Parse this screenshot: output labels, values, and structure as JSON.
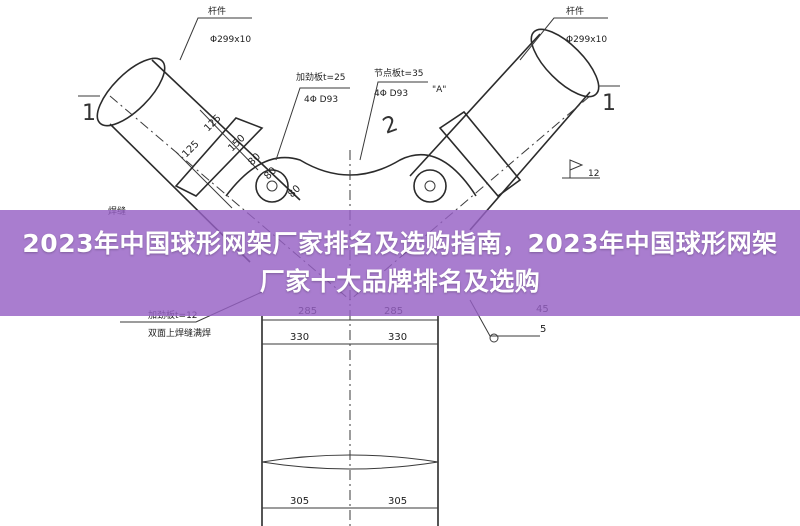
{
  "banner": {
    "title": "2023年中国球形网架厂家排名及选购指南，2023年中国球形网架厂家十大品牌排名及选购",
    "background": "#9660c4"
  },
  "drawing": {
    "left_tube_note": "杆件",
    "left_tube_spec": "Φ299x10",
    "right_tube_note": "杆件",
    "right_tube_spec": "Φ299x10",
    "plate_note_a": "加劲板t=25",
    "plate_bolt_a": "4Φ D93",
    "plate_note_b": "节点板t=35",
    "plate_mark_b": "\"A\"",
    "plate_bolt_b": "4Φ D93",
    "section_left": "1",
    "section_right": "1",
    "section_mark_2": "2",
    "dim_125_a": "125",
    "dim_125_b": "125",
    "dim_150": "150",
    "dim_80_a": "80",
    "dim_80_b": "80",
    "dim_80_c": "80",
    "dim_45": "45",
    "dim_285_a": "285",
    "dim_285_b": "285",
    "dim_330_a": "330",
    "dim_330_b": "330",
    "dim_305_a": "305",
    "dim_305_b": "305",
    "note_bottom_a": "加劲板t=12",
    "note_bottom_b": "双面上焊缝满焊",
    "left_small_label": "焊缝",
    "weld_symbol": "12",
    "right_5": "5"
  }
}
